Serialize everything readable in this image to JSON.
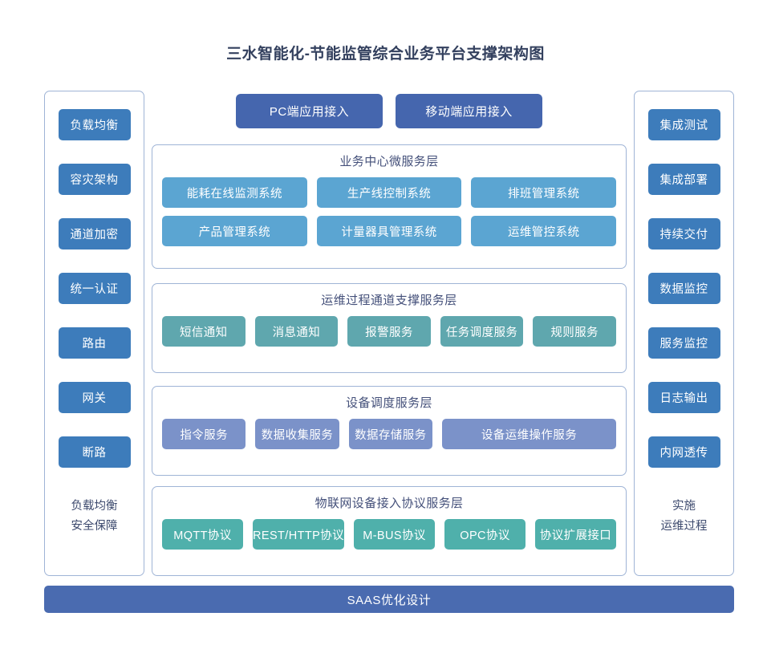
{
  "title": "三水智能化-节能监管综合业务平台支撑架构图",
  "colors": {
    "title_text": "#33405e",
    "panel_border": "#9fb4d6",
    "side_button": "#3d7cbb",
    "access_button": "#4566ae",
    "business_chip": "#5ba5d2",
    "ops_chip": "#5fa7ae",
    "device_chip": "#7b92c9",
    "iot_chip": "#4fb0ab",
    "saas_bar": "#4a6bb0",
    "background": "#ffffff"
  },
  "left_column": {
    "buttons": [
      {
        "label": "负载均衡"
      },
      {
        "label": "容灾架构"
      },
      {
        "label": "通道加密"
      },
      {
        "label": "统一认证"
      },
      {
        "label": "路由"
      },
      {
        "label": "网关"
      },
      {
        "label": "断路"
      }
    ],
    "caption_line1": "负载均衡",
    "caption_line2": "安全保障"
  },
  "right_column": {
    "buttons": [
      {
        "label": "集成测试"
      },
      {
        "label": "集成部署"
      },
      {
        "label": "持续交付"
      },
      {
        "label": "数据监控"
      },
      {
        "label": "服务监控"
      },
      {
        "label": "日志输出"
      },
      {
        "label": "内网透传"
      }
    ],
    "caption_line1": "实施",
    "caption_line2": "运维过程"
  },
  "access_row": {
    "items": [
      {
        "label": "PC端应用接入"
      },
      {
        "label": "移动端应用接入"
      }
    ]
  },
  "layers": [
    {
      "id": "business",
      "title": "业务中心微服务层",
      "rows": [
        [
          {
            "label": "能耗在线监测系统"
          },
          {
            "label": "生产线控制系统"
          },
          {
            "label": "排班管理系统"
          }
        ],
        [
          {
            "label": "产品管理系统"
          },
          {
            "label": "计量器具管理系统"
          },
          {
            "label": "运维管控系统"
          }
        ]
      ]
    },
    {
      "id": "ops",
      "title": "运维过程通道支撑服务层",
      "rows": [
        [
          {
            "label": "短信通知"
          },
          {
            "label": "消息通知"
          },
          {
            "label": "报警服务"
          },
          {
            "label": "任务调度服务"
          },
          {
            "label": "规则服务"
          }
        ]
      ]
    },
    {
      "id": "device",
      "title": "设备调度服务层",
      "rows": [
        [
          {
            "label": "指令服务"
          },
          {
            "label": "数据收集服务"
          },
          {
            "label": "数据存储服务"
          },
          {
            "label": "设备运维操作服务",
            "wide": true
          }
        ]
      ]
    },
    {
      "id": "iot",
      "title": "物联网设备接入协议服务层",
      "rows": [
        [
          {
            "label": "MQTT协议"
          },
          {
            "label": "REST/HTTP协议"
          },
          {
            "label": "M-BUS协议"
          },
          {
            "label": "OPC协议"
          },
          {
            "label": "协议扩展接口"
          }
        ]
      ]
    }
  ],
  "bottom_bar": {
    "label": "SAAS优化设计"
  }
}
